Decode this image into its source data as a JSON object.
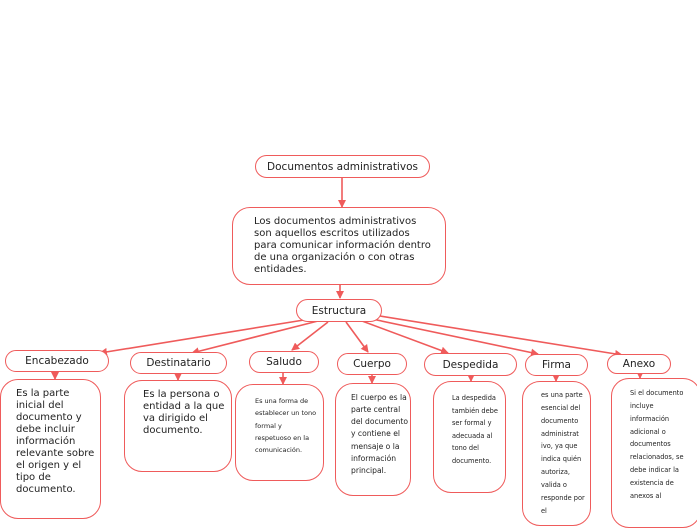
{
  "diagram": {
    "root": "Documentos administrativos",
    "definition": "Los documentos administrativos son aquellos escritos utilizados para comunicar información dentro de una organización o con otras entidades.",
    "hub": "Estructura",
    "branches": [
      {
        "title": "Encabezado",
        "text": "Es la parte inicial del documento y debe incluir información relevante sobre el origen y el tipo de documento."
      },
      {
        "title": "Destinatario",
        "text": "Es la persona o entidad a la que va dirigido el documento."
      },
      {
        "title": "Saludo",
        "text": "Es una forma de establecer un tono formal y respetuoso en la comunicación."
      },
      {
        "title": "Cuerpo",
        "text": "El cuerpo es la parte central del documento y contiene el mensaje o la información principal."
      },
      {
        "title": "Despedida",
        "text": "La despedida también debe ser formal y adecuada al tono del documento."
      },
      {
        "title": "Firma",
        "text": "es una parte esencial del documento administrat ivo, ya que indica quién autoriza, valida o responde por el"
      },
      {
        "title": "Anexo",
        "text": "Si el documento incluye información adicional o documentos relacionados, se debe indicar la existencia de anexos al"
      }
    ]
  },
  "colors": {
    "line": "#ef5b5b",
    "background": "#ffffff",
    "text": "#222222"
  }
}
